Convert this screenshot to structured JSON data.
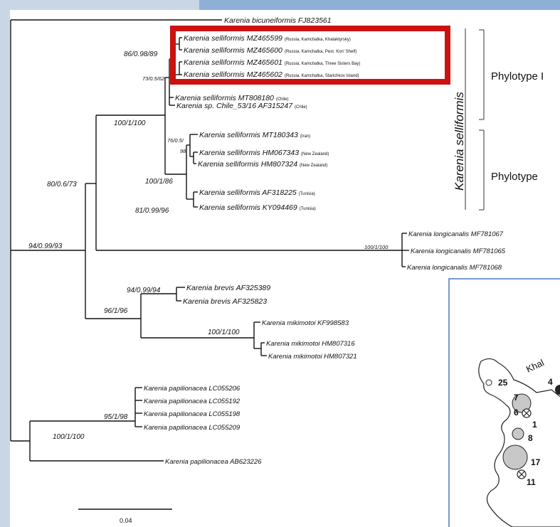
{
  "tree": {
    "outgroup": "Karenia bicuneiformis FJ823561",
    "selliformis_group": [
      {
        "taxon": "Karenia selliformis MZ465599",
        "loc": "(Russia, Kamchatka, Khalaktyrsky)"
      },
      {
        "taxon": "Karenia selliformis MZ465600",
        "loc": "(Russia, Kamchatka, Pest. Kon' Shelf)"
      },
      {
        "taxon": "Karenia selliformis MZ465601",
        "loc": "(Russia, Kamchatka, Three Sisters Bay)"
      },
      {
        "taxon": "Karenia selliformis MZ465602",
        "loc": "(Russia, Kamchatka, Starichkov Island)"
      },
      {
        "taxon": "Karenia selliformis MT808180",
        "loc": "(Chile)"
      },
      {
        "taxon": "Karenia sp. Chile_53/16 AF315247",
        "loc": "(Chile)"
      },
      {
        "taxon": "Karenia selliformis MT180343",
        "loc": "(Iran)"
      },
      {
        "taxon": "Karenia selliformis HM067343",
        "loc": "(New Zealand)"
      },
      {
        "taxon": "Karenia selliformis HM807324",
        "loc": "(New Zealand)"
      },
      {
        "taxon": "Karenia selliformis AF318225",
        "loc": "(Tunisia)"
      },
      {
        "taxon": "Karenia selliformis KY094469",
        "loc": "(Tunisia)"
      }
    ],
    "longicanalis": [
      "Karenia longicanalis MF781067",
      "Karenia longicanalis MF781065",
      "Karenia longicanalis MF781068"
    ],
    "brevis": [
      "Karenia brevis AF325389",
      "Karenia brevis AF325823"
    ],
    "mikimotoi": [
      "Karenia mikimotoi KF998583",
      "Karenia mikimotoi HM807316",
      "Karenia mikimotoi HM807321"
    ],
    "papilionacea": [
      "Karenia papilionacea LC055206",
      "Karenia papilionacea LC055192",
      "Karenia papilionacea LC055198",
      "Karenia papilionacea LC055209",
      "Karenia papilionacea AB623226"
    ],
    "support": {
      "s1": "86/0.98/89",
      "s2": "73/0.5/62",
      "s3": "100/1/100",
      "s4": "76/0.5/",
      "s4b": "98",
      "s5": "100/1/86",
      "s6": "80/0.6/73",
      "s7": "81/0.99/96",
      "s8": "94/0.99/93",
      "s9": "100/1/100",
      "s10": "94/0.99/94",
      "s11": "96/1/96",
      "s12": "100/1/100",
      "s13": "95/1/98",
      "s14": "100/1/100"
    },
    "clade_name": "Karenia selliformis",
    "phylotype_1": "Phylotype I",
    "phylotype_2": "Phylotype",
    "scale": "0.04"
  },
  "map": {
    "region": "Khal",
    "sites": [
      "25",
      "4",
      "7",
      "6",
      "1",
      "8",
      "17",
      "11"
    ]
  },
  "colors": {
    "highlight_box": "#cc1111",
    "map_border": "#4a7ab8",
    "site_fill": "#c8c8c8"
  }
}
